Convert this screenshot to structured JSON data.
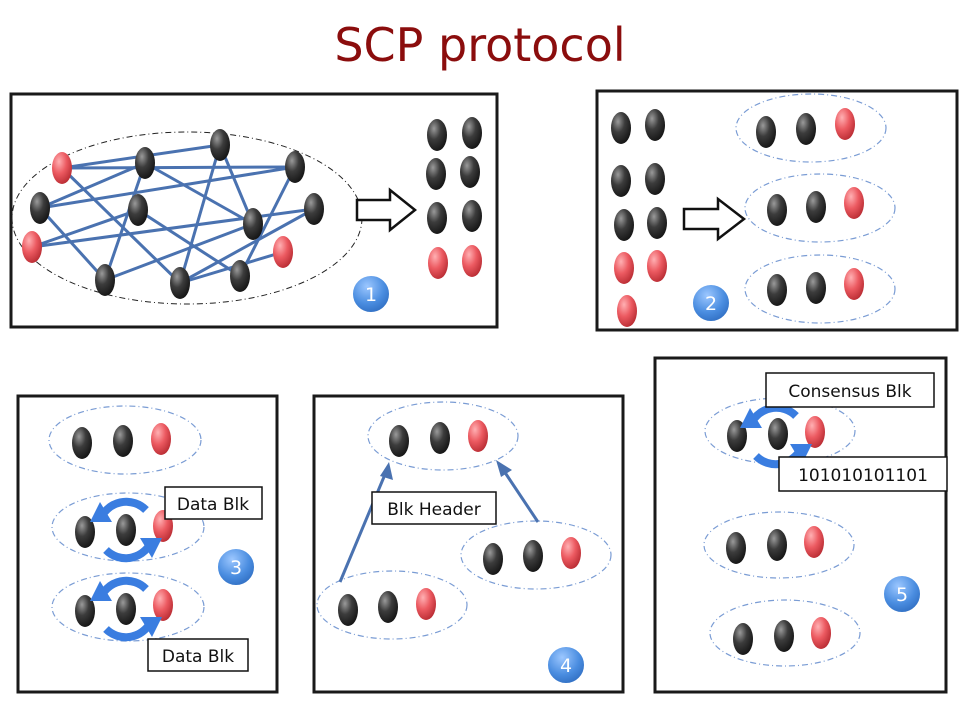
{
  "title": "SCP protocol",
  "colors": {
    "title": "#8b0d0d",
    "node_dark": "#3a3a3a",
    "node_red": "#e8555b",
    "edge": "#4a72b0",
    "badge": "#4a8de0",
    "dashed_ellipse": "#7a9cd4",
    "refresh_arrow": "#3a7de0"
  },
  "steps": [
    {
      "number": "1"
    },
    {
      "number": "2"
    },
    {
      "number": "3",
      "labels": [
        "Data Blk",
        "Data Blk"
      ]
    },
    {
      "number": "4",
      "labels": [
        "Blk Header"
      ]
    },
    {
      "number": "5",
      "labels": [
        "Consensus Blk",
        "101010101101"
      ]
    }
  ]
}
